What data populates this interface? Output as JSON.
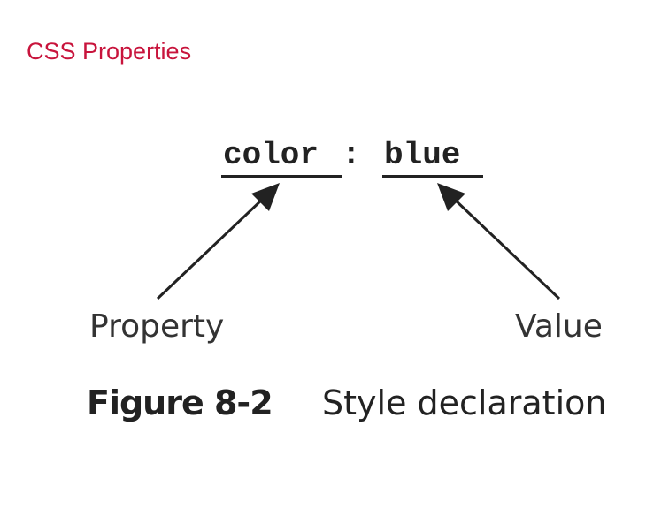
{
  "title": "CSS Properties",
  "colors": {
    "title": "#c8143c",
    "ink": "#222222"
  },
  "declaration": {
    "property": "color",
    "colon": ":",
    "value": "blue"
  },
  "labels": {
    "property": "Property",
    "value": "Value"
  },
  "caption": {
    "number": "Figure 8-2",
    "text": "Style declaration"
  }
}
